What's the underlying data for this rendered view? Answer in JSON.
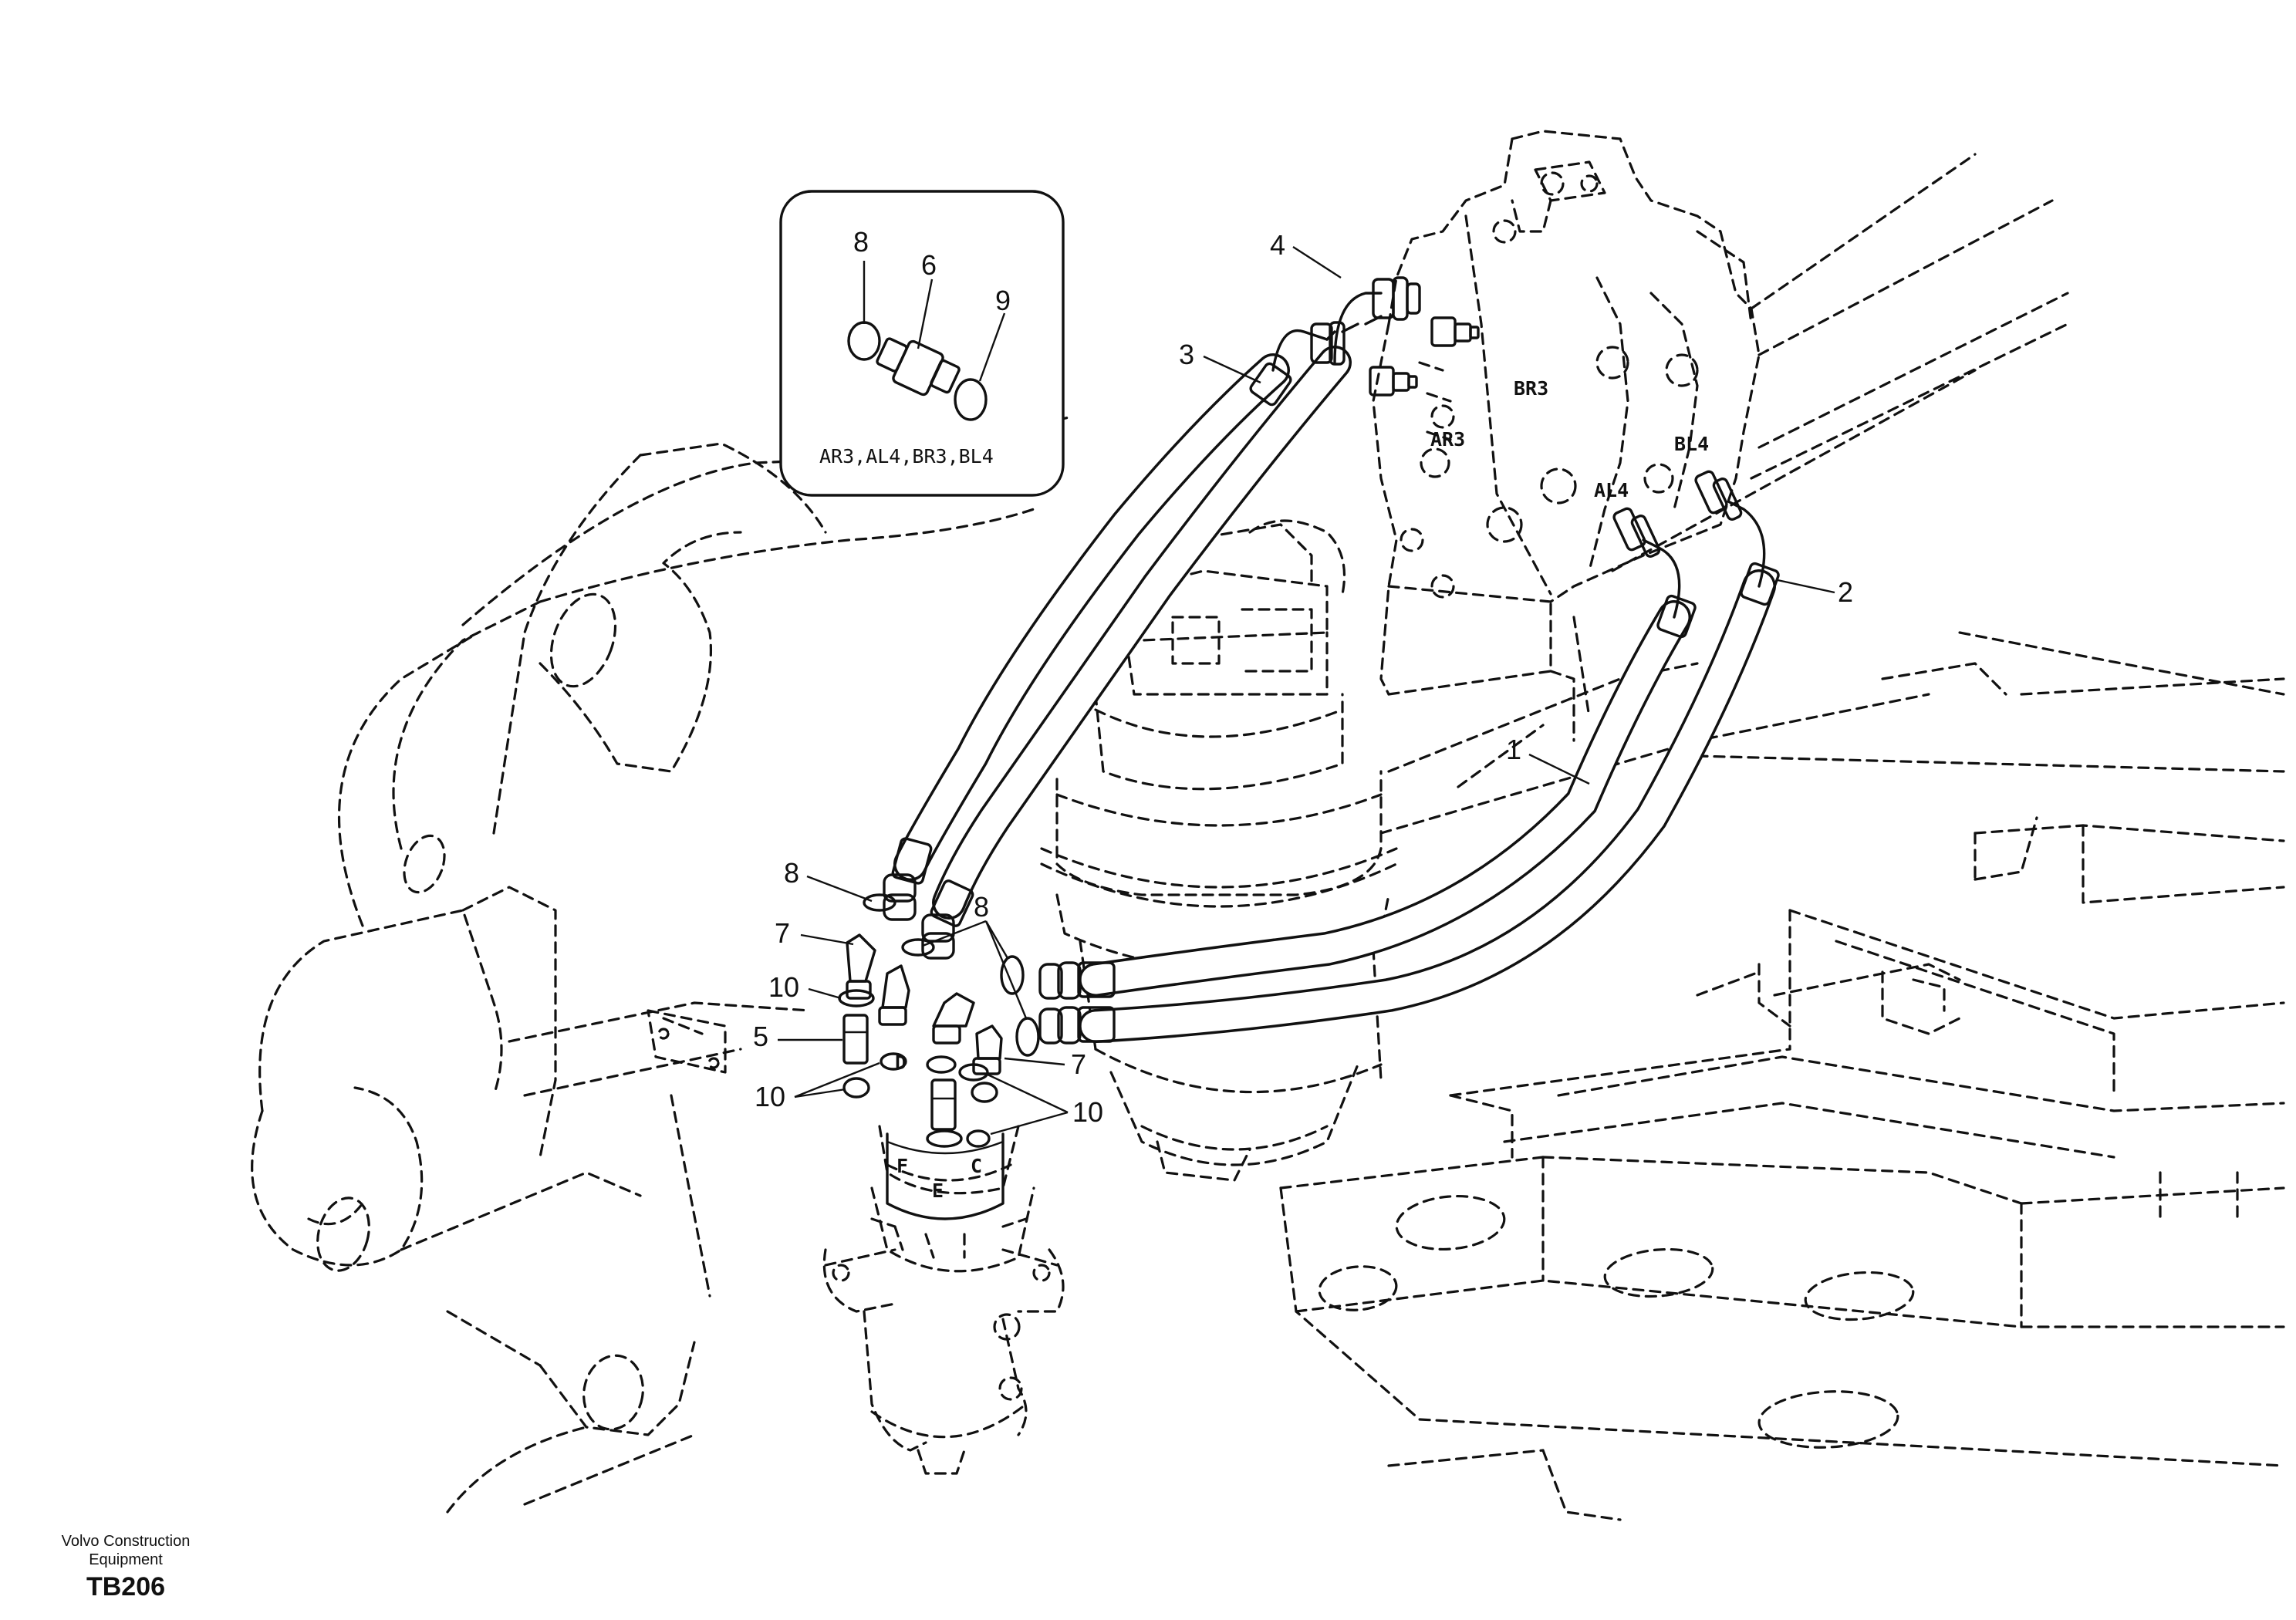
{
  "callouts": {
    "c1": "1",
    "c2": "2",
    "c3": "3",
    "c4": "4",
    "c5": "5",
    "c6": "6",
    "c7a": "7",
    "c7b": "7",
    "c8a": "8",
    "c8b": "8",
    "c8c": "8",
    "c9": "9",
    "c10a": "10",
    "c10b": "10",
    "c10c": "10"
  },
  "ports": {
    "br3": "BR3",
    "ar3": "AR3",
    "al4": "AL4",
    "bl4": "BL4",
    "d": "D",
    "f": "F",
    "e": "E",
    "c": "C"
  },
  "inset": {
    "label": "AR3,AL4,BR3,BL4"
  },
  "footer": {
    "company_line1": "Volvo Construction",
    "company_line2": "Equipment",
    "code": "TB206"
  }
}
